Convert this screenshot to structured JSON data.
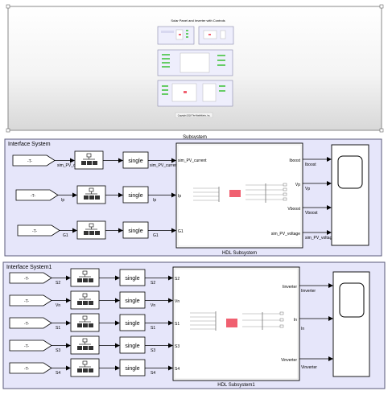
{
  "subsystem": {
    "label": "Subsystem",
    "inner_title": "Solar Panel and Inverter with Controls",
    "inner_caption": "Copyright 2018 The MathWorks, Inc."
  },
  "interface1": {
    "title": "Interface System",
    "goto_label": "-T-",
    "hdl_label": "HDL Subsystem",
    "convert_label": "single",
    "inputs": [
      {
        "signal": "sim_PV_current",
        "out": "sim_PV_current",
        "port": "sim_PV_current"
      },
      {
        "signal": "Ip",
        "out": "Ip",
        "port": "Ip"
      },
      {
        "signal": "G1",
        "out": "G1",
        "port": "G1"
      }
    ],
    "outputs": [
      {
        "port": "Iboost",
        "line": "Iboost"
      },
      {
        "port": "Vp",
        "line": "Vp"
      },
      {
        "port": "Vboost",
        "line": "Vboost"
      },
      {
        "port": "sim_PV_voltage",
        "line": "sim_PV_voltage"
      }
    ]
  },
  "interface2": {
    "title": "Interface System1",
    "goto_label": "-T-",
    "hdl_label": "HDL Subsystem1",
    "convert_label": "single",
    "inputs": [
      {
        "signal": "S2",
        "out": "S2",
        "port": "S2"
      },
      {
        "signal": "Vn",
        "out": "Vn",
        "port": "Vn"
      },
      {
        "signal": "S1",
        "out": "S1",
        "port": "S1"
      },
      {
        "signal": "S3",
        "out": "S3",
        "port": "S3"
      },
      {
        "signal": "S4",
        "out": "S4",
        "port": "S4"
      }
    ],
    "outputs": [
      {
        "port": "Iinverter",
        "line": "Iinverter"
      },
      {
        "port": "In",
        "line": "In"
      },
      {
        "port": "Vinverter",
        "line": "Vinverter"
      }
    ]
  },
  "colors": {
    "panel_bg": "#e6e6fa",
    "panel_border": "#5a5a7a",
    "block_border": "#000000",
    "accent_red": "#f06070",
    "link_blue": "#1a7ad6"
  }
}
